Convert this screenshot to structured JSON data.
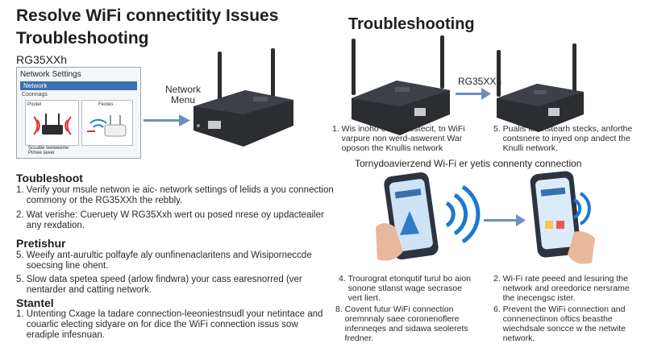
{
  "header": {
    "title_line1": "Resolve WiFi connectitity Issues",
    "title_line2": "Troubleshooting",
    "model": "RG35XXh",
    "right_title": "Troubleshooting"
  },
  "network_panel": {
    "title": "Network Settings",
    "bar_label": "Network",
    "sub_label": "Coonnags",
    "left_thumb_label": "Poutel",
    "left_thumb_caption": "Scuabe teelewenw\nPimee lawer",
    "right_thumb_label": "Feotes"
  },
  "network_menu_label": "Network\nMenu",
  "right_model": "RG35XXh",
  "right_steps": [
    "1. Wis inoho con norestecit, tn WiFi\n    varpure non werd-aswerent War\n    oposon the Knullis network",
    "5. Pualis ie nnstearh stecks, anforthe\n    contsnere to inyed onp andect the\n    Knulli network."
  ],
  "section_caption": "Tornydoavierzend Wi-Fi er yetis connenty connection",
  "bottom_steps": [
    "4. Trourograt etonqutif turul bo aion\n    sonone stlanst wage secrasoe\n    vert liert.",
    "2. Wi-Fi rate peeed and lesuring the\n    network and oreedorice nersrame\n    the inecengsc ister.",
    "8. Covent futur WiFi connection\n    oremnnaly saee coronenoflere\n    infenneqes and sidawa seolerets\n    fredner.",
    "6. Prevent the WiFi connection and\n    connenectinon oftics beasthe\n    wiechdsale soncce w the netwite\n    network."
  ],
  "left_sections": [
    {
      "heading": "Toubleshoot",
      "items": [
        "1. Verify your msule netwon ie aic- network settings of lelids a you connection\n    commony or the RG35XXh the rebbly.",
        "2. Wat verishe: Cueruety W RG35Xxh wert ou posed nrese oy updacteailer\n    any rexdation."
      ]
    },
    {
      "heading": "Pretishur",
      "items": [
        "5. Weeify ant-aurultic polfayfe aly ounfinenaclaritens and Wisiporneccde\n    soecsing line ohent.",
        "5. Slow data spetea speed (arlow findwra) your cass earesnorred (ver\n    nentarder and catting network."
      ]
    },
    {
      "heading": "Stantel",
      "items": [
        "1. Untenting Cxage la tadare connection-leeoniestnsudl your netintace and\n    couarlic electing sidyare on for dice the WiFi connection issus sow\n    eradiple infesnuan."
      ]
    }
  ],
  "colors": {
    "accent_blue": "#3c6fb0",
    "arrow_blue": "#6d8fc0",
    "router_black": "#2b2d31",
    "text_dark": "#1a1a1a"
  },
  "icons": [
    "router-icon",
    "wifi-signal-icon",
    "phone-icon",
    "hand-icon",
    "arrow-right-icon",
    "antenna-icon"
  ]
}
